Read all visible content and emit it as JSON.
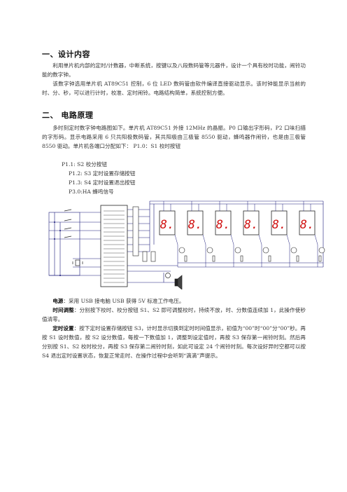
{
  "doc": {
    "section1_title": "一、设计内容",
    "section1_p1": "利用单片机内部的定时/计数器，中断系统，按键以及八段数码管等元器件，设计一个具有校时功能，闹铃功能的数字钟。",
    "section1_p2": "该数字钟选用单片机 AT89C51 控制，6 位 LED 数码管由软件编译直接驱动显示。该时钟能显示当前的时、分、秒，可以进行计时，校准、定时闹铃。电路结构简单，系统控制方便。",
    "section2_title": "二、  电路原理",
    "section2_p1": "多时刻定时数字钟电路图如下。单片机 AT89C51 外接 12MHz 的晶振。P0 口输出字形码，P2 口味扫描的字形码。显示电路采用 6 只共阳极数码管，其共阳极由三极管 8550 驱动，蜂鸣器作闹铃，也是由三极管 8550 驱动。单片机各端口分配如下： P1.0：S1 校时按钮",
    "port_list": [
      "P1.1: S2 校分按钮",
      "P1.2: S3 定时设置存储按钮",
      "P1.3: S4 定时设置退出按钮",
      "P3.0:HA 蜂鸣信号"
    ],
    "power_label": "电源",
    "power_text": "：采用 USB 接电脑 USB 获得 5V 标准工作电压。",
    "timeadj_label": "时间调整",
    "timeadj_text": "：分别按下校时、校分按钮 S1、S2 即可调整校时，持续不放，时、分数值连续加 1，此操作使秒值清零。",
    "alarm_label": "定时设置",
    "alarm_text": "：按下定时设置存储按钮 S3，计时显示切换到定时时间值显示，初值为“00”时“00”分“00”秒。再按 S1 设时数值，按 S2 设分数值，每按一下数值加 1，调整到设定值时，再按 S3 保存第一闹铃时刻。然后再分别按 S1、S2 校时校分，再按 S3 保存第二闹铃时刻，如此可设定 24 个闹铃时刻。每次设好异时空都可以按 S4 退出定时设置状态，恢复正常走时、在操作过程中会听到“滴滴”声提示。"
  },
  "schematic": {
    "digit_glyph": "8.",
    "digit_count": 6,
    "colors": {
      "digit": "#d01010",
      "wire": "#1a1a7a",
      "component": "#222222"
    }
  }
}
